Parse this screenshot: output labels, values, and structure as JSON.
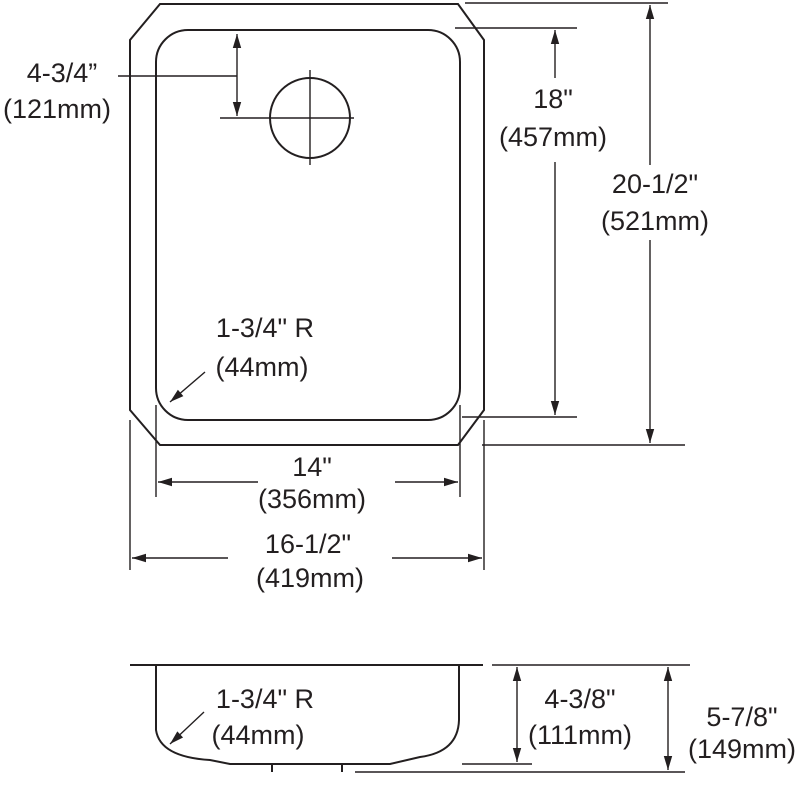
{
  "top_view": {
    "drain_offset": {
      "imperial": "4-3/4”",
      "metric": "(121mm)"
    },
    "bowl_length": {
      "imperial": "18\"",
      "metric": "(457mm)"
    },
    "overall_length": {
      "imperial": "20-1/2\"",
      "metric": "(521mm)"
    },
    "corner_radius": {
      "imperial": "1-3/4\" R",
      "metric": "(44mm)"
    },
    "bowl_width": {
      "imperial": "14\"",
      "metric": "(356mm)"
    },
    "overall_width": {
      "imperial": "16-1/2\"",
      "metric": "(419mm)"
    }
  },
  "side_view": {
    "corner_radius": {
      "imperial": "1-3/4\" R",
      "metric": "(44mm)"
    },
    "bowl_depth": {
      "imperial": "4-3/8\"",
      "metric": "(111mm)"
    },
    "overall_depth": {
      "imperial": "5-7/8\"",
      "metric": "(149mm)"
    }
  },
  "colors": {
    "line": "#231f20",
    "background": "#ffffff"
  }
}
